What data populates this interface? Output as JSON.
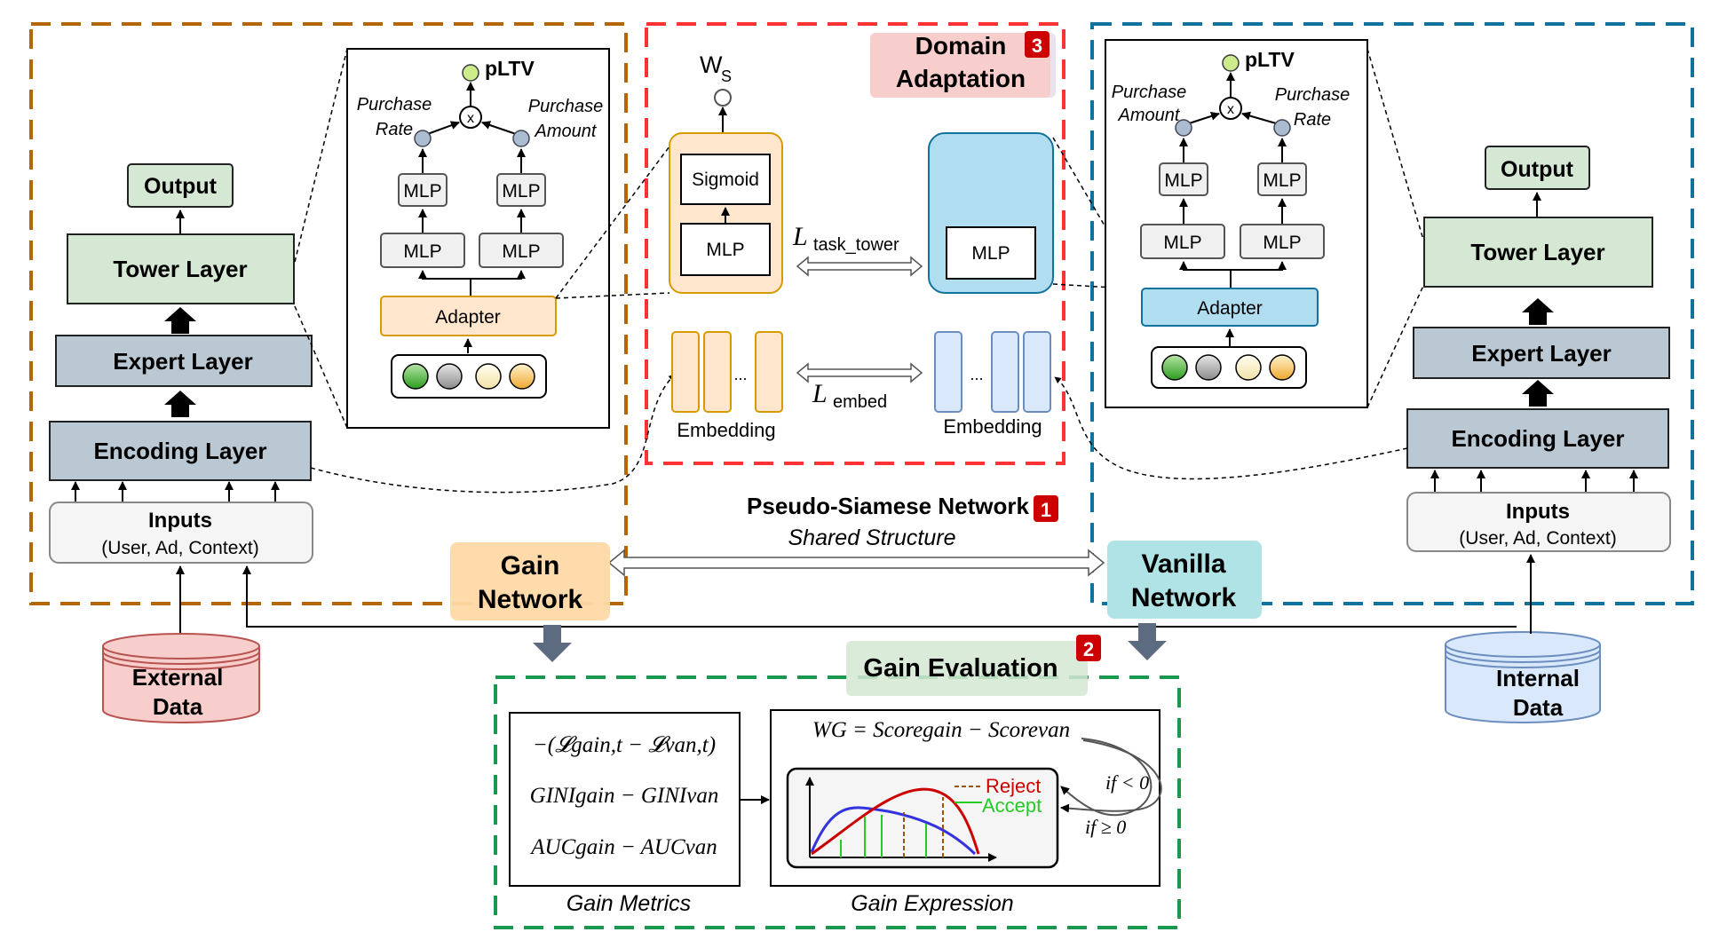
{
  "left": {
    "output": "Output",
    "tower": "Tower Layer",
    "expert": "Expert Layer",
    "encoding": "Encoding Layer",
    "inputs": "Inputs",
    "inputs_sub": "(User, Ad, Context)",
    "detail": {
      "pltv": "pLTV",
      "rate1": "Purchase",
      "rate2": "Rate",
      "amount1": "Purchase",
      "amount2": "Amount",
      "mlp": "MLP",
      "adapter": "Adapter",
      "x": "x"
    }
  },
  "right": {
    "output": "Output",
    "tower": "Tower Layer",
    "expert": "Expert Layer",
    "encoding": "Encoding Layer",
    "inputs": "Inputs",
    "inputs_sub": "(User, Ad, Context)",
    "detail": {
      "pltv": "pLTV",
      "rate1": "Purchase",
      "rate2": "Rate",
      "amount1": "Purchase",
      "amount2": "Amount",
      "mlp": "MLP",
      "adapter": "Adapter",
      "x": "x"
    }
  },
  "center": {
    "domain1": "Domain",
    "domain2": "Adaptation",
    "domain_num": "3",
    "ws": "W",
    "ws_sub": "S",
    "sigmoid": "Sigmoid",
    "mlp": "MLP",
    "loss_task": "L",
    "loss_task_sub": "task_tower",
    "loss_embed": "L",
    "loss_embed_sub": "embed",
    "embedding": "Embedding",
    "dots": "...",
    "pseudo": "Pseudo-Siamese Network",
    "pseudo_num": "1",
    "shared": "Shared Structure",
    "gain_net1": "Gain",
    "gain_net2": "Network",
    "vanilla1": "Vanilla",
    "vanilla2": "Network"
  },
  "data": {
    "external1": "External",
    "external2": "Data",
    "internal1": "Internal",
    "internal2": "Data"
  },
  "eval": {
    "title": "Gain Evaluation",
    "num": "2",
    "m1": "−(𝓛gain,t − 𝓛van,t)",
    "m2": "GINIgain − GINIvan",
    "m3": "AUCgain − AUCvan",
    "metrics_label": "Gain Metrics",
    "expr": "WG = Scoregain − Scorevan",
    "reject": "Reject",
    "accept": "Accept",
    "if_lt": "if < 0",
    "if_ge": "if ≥ 0",
    "expr_label": "Gain Expression"
  },
  "colors": {
    "green": "#d5e8d4",
    "blue": "#c9d6e3",
    "orange": "#ffe6cc",
    "red": "#cc0000",
    "cyan": "#b1ddf0"
  }
}
